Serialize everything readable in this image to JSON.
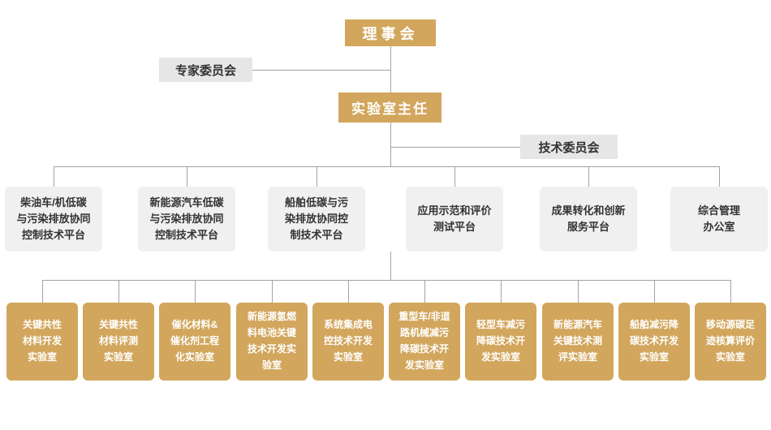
{
  "colors": {
    "node_gold": "#D2A65C",
    "committee_gray": "#E6E6E6",
    "platform_gray": "#F0F0F0",
    "line_gray": "#A3A3A3",
    "text_dark": "#333333",
    "text_light": "#FFFFFF"
  },
  "org": {
    "board": {
      "label": "理事会"
    },
    "expert_committee": {
      "label": "专家委员会"
    },
    "director": {
      "label": "实验室主任"
    },
    "tech_committee": {
      "label": "技术委员会"
    },
    "platforms": [
      {
        "label": "柴油车/机低碳\n与污染排放协同\n控制技术平台"
      },
      {
        "label": "新能源汽车低碳\n与污染排放协同\n控制技术平台"
      },
      {
        "label": "船舶低碳与污\n染排放协同控\n制技术平台"
      },
      {
        "label": "应用示范和评价\n测试平台"
      },
      {
        "label": "成果转化和创新\n服务平台"
      },
      {
        "label": "综合管理\n办公室"
      }
    ],
    "labs": [
      {
        "label": "关键共性\n材料开发\n实验室"
      },
      {
        "label": "关键共性\n材料评测\n实验室"
      },
      {
        "label": "催化材料&\n催化剂工程\n化实验室"
      },
      {
        "label": "新能源氢燃\n料电池关键\n技术开发实\n验室"
      },
      {
        "label": "系统集成电\n控技术开发\n实验室"
      },
      {
        "label": "重型车/非道\n路机械减污\n降碳技术开\n发实验室"
      },
      {
        "label": "轻型车减污\n降碳技术开\n发实验室"
      },
      {
        "label": "新能源汽车\n关键技术测\n评实验室"
      },
      {
        "label": "船舶减污降\n碳技术开发\n实验室"
      },
      {
        "label": "移动源碳足\n迹核算评价\n实验室"
      }
    ]
  }
}
